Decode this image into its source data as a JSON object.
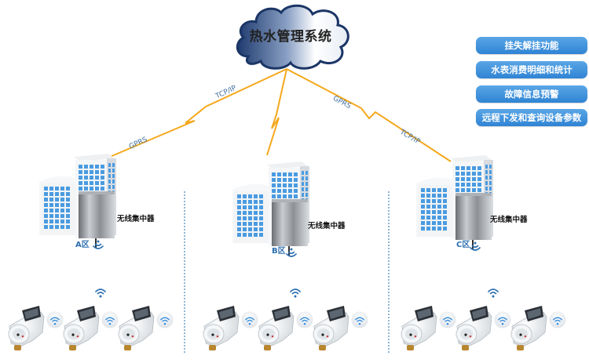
{
  "cloud": {
    "title": "热水管理系统",
    "icon": "cloud-icon"
  },
  "features": [
    {
      "label": "挂失解挂功能"
    },
    {
      "label": "水表消费明细和统计"
    },
    {
      "label": "故障信息预警"
    },
    {
      "label": "远程下发和查询设备参数"
    }
  ],
  "links": {
    "left": {
      "upper": "TCP/IP",
      "lower": "GPRS"
    },
    "right": {
      "upper": "GPRS",
      "lower": "TCP/IP"
    }
  },
  "zones": [
    {
      "name": "A区",
      "concentrator": "无线集中器"
    },
    {
      "name": "B区",
      "concentrator": "无线集中器"
    },
    {
      "name": "C区",
      "concentrator": "无线集中器"
    }
  ],
  "meters_per_zone": 3,
  "colors": {
    "link": "#f5a81c",
    "button": "#3a8fdb",
    "label_blue": "#2d6fb0",
    "divider": "#8fb7d6"
  }
}
